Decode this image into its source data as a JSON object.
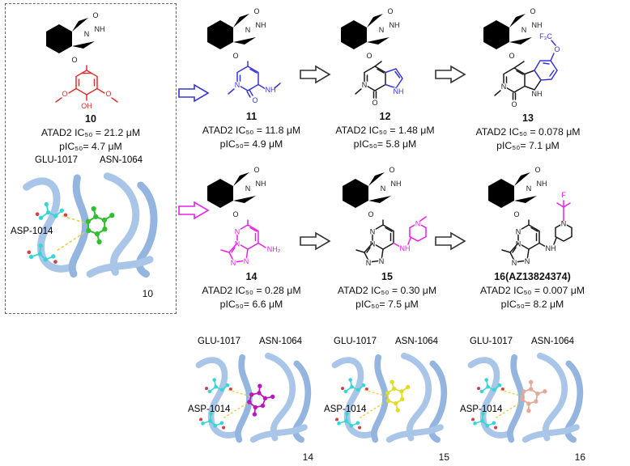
{
  "colors": {
    "lead_highlight": "#e03030",
    "series1_highlight": "#3636d8",
    "series2_highlight": "#e821e8",
    "arrow_neutral": "#333333",
    "ribbon": "#a9c6e8",
    "residue_sticks": "#35d6d6",
    "ligand_10": "#2fbf2f",
    "ligand_14": "#bb16bb",
    "ligand_15": "#dfdd2a",
    "ligand_16": "#e5a89a",
    "hbond": "#e3cf3f"
  },
  "compounds": [
    {
      "number": "10",
      "ic50": "ATAD2 IC₅₀ = 21.2 μM",
      "pic50": "pIC₅₀= 4.7 μM"
    },
    {
      "number": "11",
      "ic50": "ATAD2 IC₅₀ = 11.8 μM",
      "pic50": "pIC₅₀= 4.9 μM"
    },
    {
      "number": "12",
      "ic50": "ATAD2 IC₅₀ = 1.48 μM",
      "pic50": "pIC₅₀= 5.8 μM"
    },
    {
      "number": "13",
      "ic50": "ATAD2 IC₅₀ = 0.078 μM",
      "pic50": "pIC₅₀= 7.1 μM"
    },
    {
      "number": "14",
      "ic50": "ATAD2 IC₅₀ = 0.28 μM",
      "pic50": "pIC₅₀= 6.6 μM"
    },
    {
      "number": "15",
      "ic50": "ATAD2 IC₅₀ = 0.30 μM",
      "pic50": "pIC₅₀= 7.5 μM"
    },
    {
      "number": "16(AZ13824374)",
      "ic50": "ATAD2 IC₅₀ = 0.007 μM",
      "pic50": "pIC₅₀= 8.2 μM"
    }
  ],
  "panels": [
    {
      "compound": "10",
      "glu": "GLU-1017",
      "asn": "ASN-1064",
      "asp": "ASP-1014"
    },
    {
      "compound": "14",
      "glu": "GLU-1017",
      "asn": "ASN-1064",
      "asp": "ASP-1014"
    },
    {
      "compound": "15",
      "glu": "GLU-1017",
      "asn": "ASN-1064",
      "asp": "ASP-1014"
    },
    {
      "compound": "16",
      "glu": "GLU-1017",
      "asn": "ASN-1064",
      "asp": "ASP-1014"
    }
  ],
  "atoms": {
    "scaffold": {
      "o_top": "O",
      "nh": "NH",
      "n": "N",
      "o_acyl": "O"
    },
    "c10": {
      "o_left": "O",
      "o_right": "O",
      "oh": "OH"
    },
    "c11": {
      "n": "N",
      "o": "O",
      "nh": "NH"
    },
    "c12": {
      "n": "N",
      "o": "O",
      "nh": "NH"
    },
    "c13": {
      "n": "N",
      "o": "O",
      "nh": "NH",
      "o_ether": "O",
      "f3c": "F₃C"
    },
    "bicycle": {
      "n1": "N",
      "n2": "N",
      "n3": "N",
      "n4": "N"
    },
    "c14": {
      "nh2": "NH₂"
    },
    "c15": {
      "nh": "NH"
    },
    "c16": {
      "nh": "NH",
      "f": "F"
    },
    "piperidine": {
      "n": "N"
    }
  }
}
